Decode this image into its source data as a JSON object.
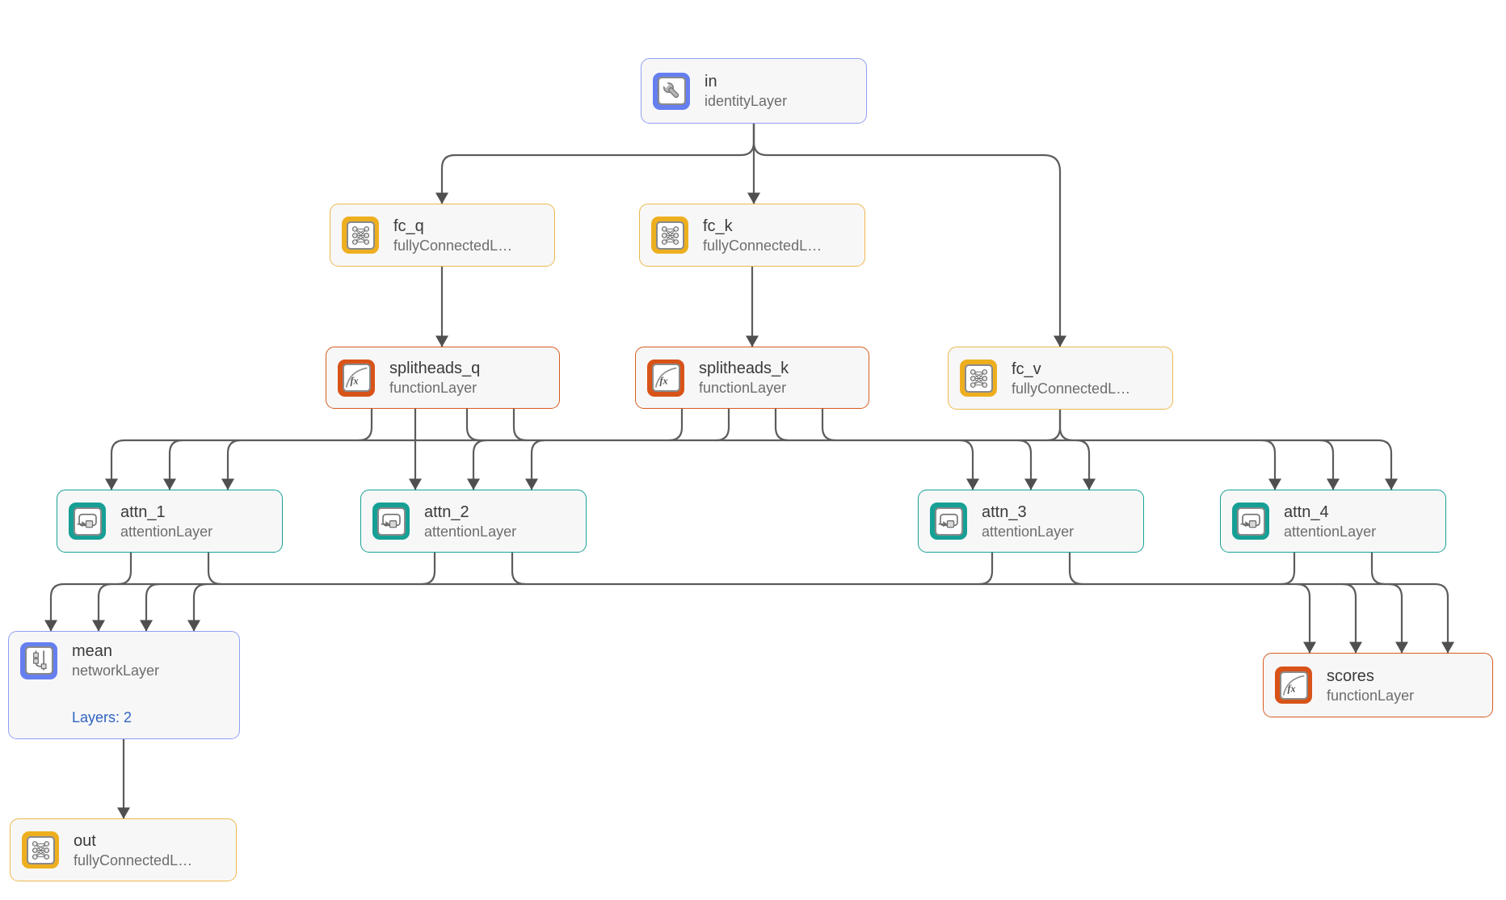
{
  "diagram": {
    "nodes": {
      "in": {
        "name": "in",
        "type": "identityLayer"
      },
      "fc_q": {
        "name": "fc_q",
        "type": "fullyConnectedL…"
      },
      "fc_k": {
        "name": "fc_k",
        "type": "fullyConnectedL…"
      },
      "splitheads_q": {
        "name": "splitheads_q",
        "type": "functionLayer"
      },
      "splitheads_k": {
        "name": "splitheads_k",
        "type": "functionLayer"
      },
      "fc_v": {
        "name": "fc_v",
        "type": "fullyConnectedL…"
      },
      "attn_1": {
        "name": "attn_1",
        "type": "attentionLayer"
      },
      "attn_2": {
        "name": "attn_2",
        "type": "attentionLayer"
      },
      "attn_3": {
        "name": "attn_3",
        "type": "attentionLayer"
      },
      "attn_4": {
        "name": "attn_4",
        "type": "attentionLayer"
      },
      "mean": {
        "name": "mean",
        "type": "networkLayer",
        "detail": "Layers: 2"
      },
      "scores": {
        "name": "scores",
        "type": "functionLayer"
      },
      "out": {
        "name": "out",
        "type": "fullyConnectedL…"
      }
    },
    "icons": {
      "identity": "wrench-icon",
      "fullyConnected": "fully-connected-icon",
      "function": "fx-icon",
      "attention": "recurrent-loop-icon",
      "network": "subnetwork-icon"
    },
    "colors": {
      "identityborder": "#8f9ff2",
      "identityicon": "#667ff0",
      "fcborder": "#edb84d",
      "fcicon": "#eeaf1f",
      "fnborder": "#d85c1e",
      "fnicon": "#d85318",
      "attnborder": "#18a295",
      "attnicon": "#16a095",
      "edge": "#5c5c5c",
      "arrow": "#4f4f4f",
      "nodebg": "#f7f7f8",
      "title": "#3a3a3a",
      "subtitle": "#6d6d6d",
      "detail": "#2f63c1"
    }
  }
}
